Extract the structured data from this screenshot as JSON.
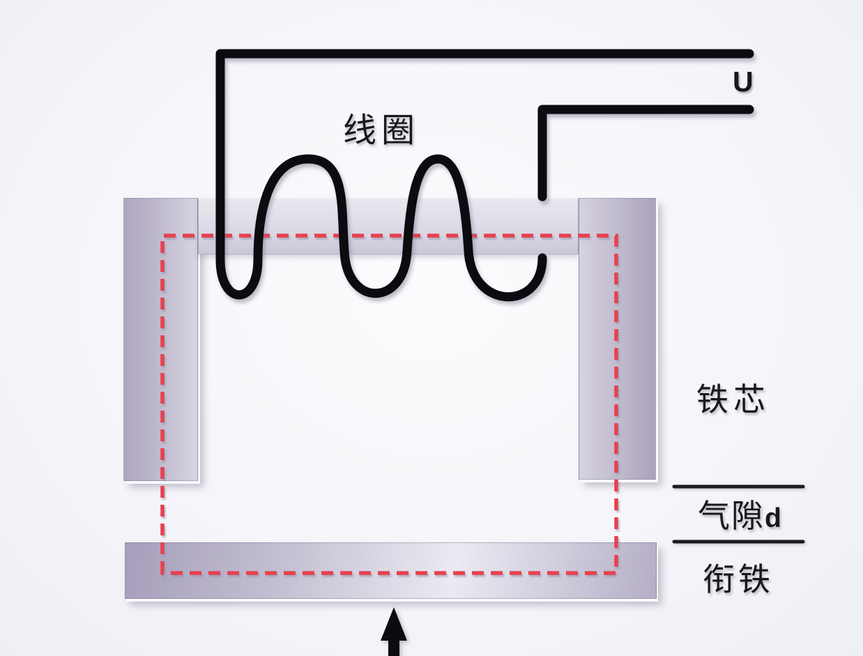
{
  "diagram": {
    "type": "electromagnet-structure-diagram",
    "labels": {
      "coil": "线圈",
      "voltage": "U",
      "iron_core": "铁芯",
      "air_gap": "气隙",
      "air_gap_symbol": "d",
      "armature": "衔铁"
    },
    "colors": {
      "background": "#f4f5f9",
      "wire": "#0b0b10",
      "flux_path": "#e6414f",
      "annotation_line": "#1a1a1f",
      "core_highlight": "#e9e8f0",
      "core_mid": "#c2bdd0",
      "core_shadow": "#a69ebb",
      "label_text": "#17171c"
    }
  }
}
